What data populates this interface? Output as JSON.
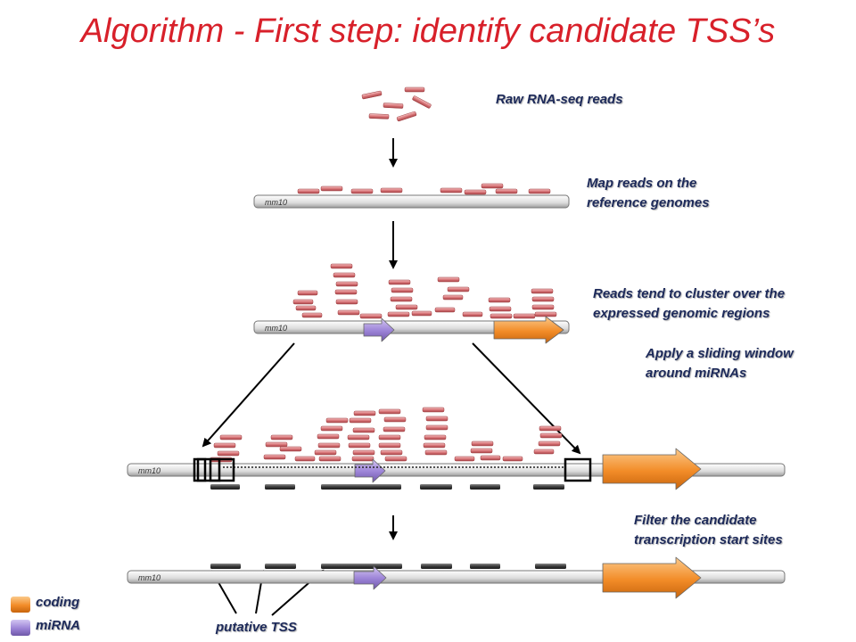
{
  "title": "Algorithm -  First step: identify candidate TSS’s",
  "steps": {
    "raw_reads": "Raw RNA-seq reads",
    "map_reads_line1": "Map reads on the",
    "map_reads_line2": "reference genomes",
    "cluster_line1": "Reads tend to cluster over the",
    "cluster_line2": "expressed genomic regions",
    "window_line1": "Apply a sliding window",
    "window_line2": "around miRNAs",
    "filter_line1": "Filter the candidate",
    "filter_line2": "transcription start sites"
  },
  "genome_label": "mm10",
  "putative_tss": "putative TSS",
  "legend": [
    {
      "label": "coding",
      "color": "#f28c28"
    },
    {
      "label": "miRNA",
      "color": "#9b82d6"
    }
  ],
  "colors": {
    "title": "#d8202a",
    "read": "#d9777a",
    "genome": "#dcdcdc",
    "coding_arrow": "#f28c28",
    "mirna_arrow": "#9b82d6",
    "tss_block": "#333333"
  }
}
